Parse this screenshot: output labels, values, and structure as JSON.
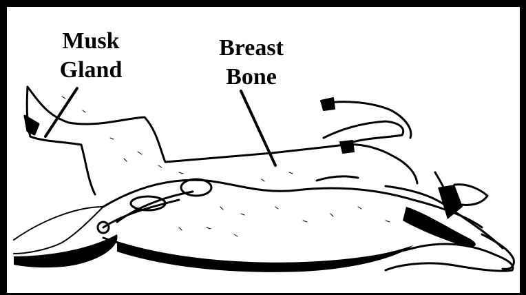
{
  "labels": {
    "musk_gland": [
      "Musk",
      "Gland"
    ],
    "breast_bone": [
      "Breast",
      "Bone"
    ]
  }
}
